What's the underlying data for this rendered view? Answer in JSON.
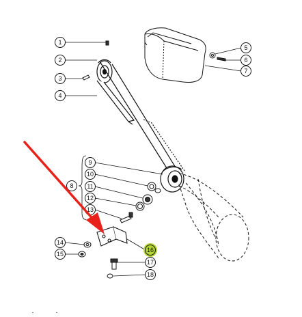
{
  "callouts": [
    {
      "id": "c1",
      "label": "1"
    },
    {
      "id": "c2",
      "label": "2"
    },
    {
      "id": "c3",
      "label": "3"
    },
    {
      "id": "c4",
      "label": "4"
    },
    {
      "id": "c5",
      "label": "5"
    },
    {
      "id": "c6",
      "label": "6"
    },
    {
      "id": "c7",
      "label": "7"
    },
    {
      "id": "c8",
      "label": "8"
    },
    {
      "id": "c9",
      "label": "9"
    },
    {
      "id": "c10",
      "label": "10"
    },
    {
      "id": "c11",
      "label": "11"
    },
    {
      "id": "c12",
      "label": "12"
    },
    {
      "id": "c13",
      "label": "13"
    },
    {
      "id": "c14",
      "label": "14"
    },
    {
      "id": "c15",
      "label": "15"
    },
    {
      "id": "c16",
      "label": "16"
    },
    {
      "id": "c17",
      "label": "17"
    },
    {
      "id": "c18",
      "label": "18"
    }
  ],
  "colors": {
    "arrow": "#e8221b",
    "highlight": "#b5d43a",
    "line": "#111111"
  }
}
